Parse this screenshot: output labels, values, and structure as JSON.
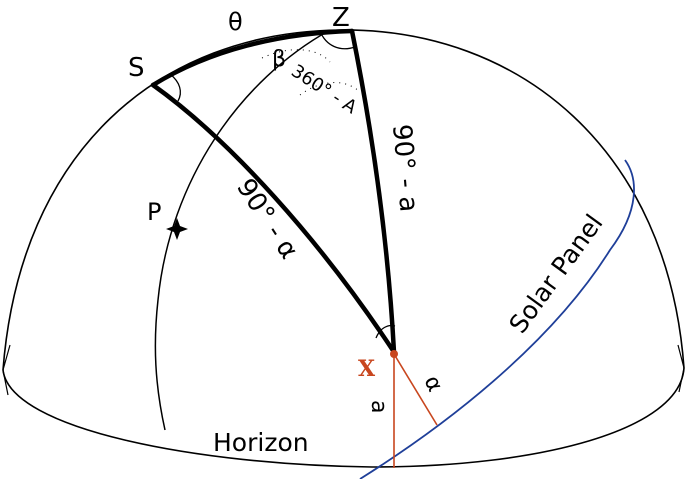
{
  "labels": {
    "zenith": "Z",
    "sun": "S",
    "pole": "P",
    "theta": "θ",
    "beta": "β",
    "azimuth_angle": "360° - A",
    "zenith_distance_s": "90° - α",
    "zenith_distance_z": "90° - a",
    "observer": "X",
    "alpha": "α",
    "a": "a",
    "solar_panel": "Solar Panel",
    "horizon": "Horizon"
  },
  "colors": {
    "ink": "#000000",
    "observer": "#c8461e",
    "panel_line": "#1f3f99"
  }
}
